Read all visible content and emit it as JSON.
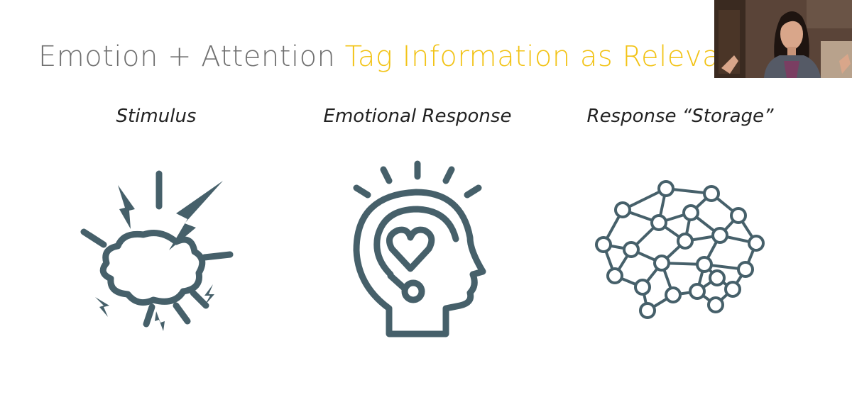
{
  "colors": {
    "accent": "#F2C316",
    "muted": "#707070",
    "icon": "#46606A"
  },
  "slide": {
    "title_part1": "Emotion + Attention",
    "title_part2": "Tag Information as Relevant"
  },
  "columns": [
    {
      "label": "Stimulus",
      "icon": "explosion-icon"
    },
    {
      "label": "Emotional Response",
      "icon": "head-heart-icon"
    },
    {
      "label": "Response “Storage”",
      "icon": "brain-network-icon"
    }
  ],
  "webcam": {
    "icon": "presenter-video"
  }
}
